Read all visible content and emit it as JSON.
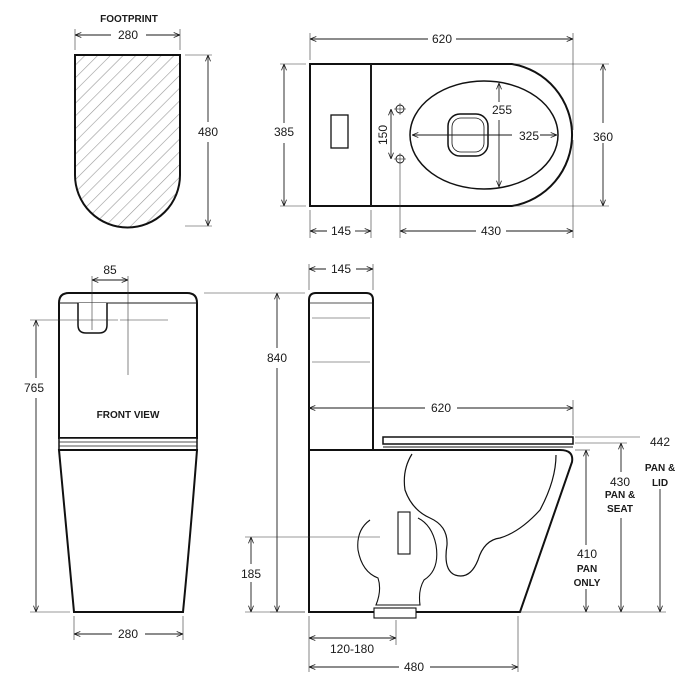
{
  "labels": {
    "footprint": "FOOTPRINT",
    "front_view": "FRONT VIEW",
    "pan_lid_1": "PAN &",
    "pan_lid_2": "LID",
    "pan_seat_1": "PAN &",
    "pan_seat_2": "SEAT",
    "pan_only_1": "PAN",
    "pan_only_2": "ONLY"
  },
  "dimensions": {
    "footprint_width": "280",
    "footprint_depth": "480",
    "plan_overall_length": "620",
    "plan_cistern_depth": "385",
    "plan_seat_length": "255",
    "plan_fixing_spacing": "150",
    "plan_bowl_length": "325",
    "plan_width": "360",
    "plan_cistern_front": "145",
    "plan_pan_length": "430",
    "front_cistern_button": "85",
    "front_height": "765",
    "front_base_width": "280",
    "side_cistern_depth": "145",
    "side_total_height": "840",
    "side_overall_length": "620",
    "side_height_pan_lid": "442",
    "side_height_pan_seat": "430",
    "side_height_pan_only": "410",
    "side_waste_height": "185",
    "side_setout": "120-180",
    "side_base_length": "480"
  }
}
